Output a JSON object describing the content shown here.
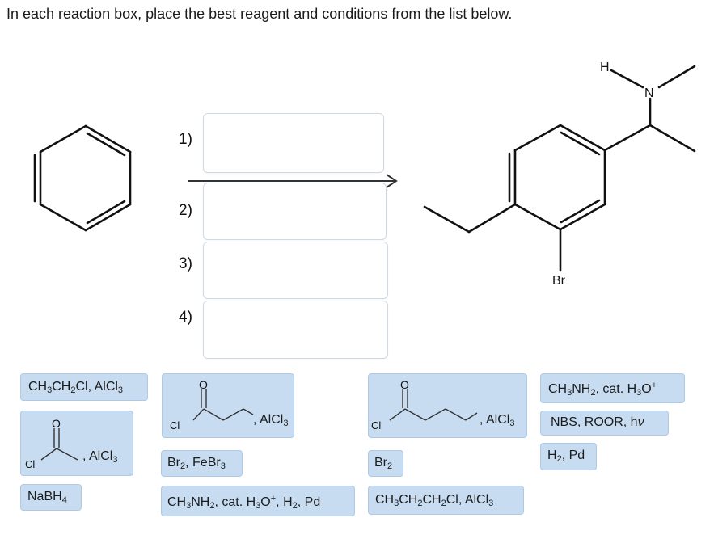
{
  "instruction": "In each reaction box, place the best reagent and conditions from the list below.",
  "steps": [
    {
      "label": "1)"
    },
    {
      "label": "2)"
    },
    {
      "label": "3)"
    },
    {
      "label": "4)"
    }
  ],
  "product_atoms": {
    "h": "H",
    "n": "N",
    "br": "Br"
  },
  "reagents": [
    {
      "id": "etcl",
      "pre": "CH",
      "s1": "3",
      "mid": "CH",
      "s2": "2",
      "post": "Cl, AlCl",
      "s3": "3"
    },
    {
      "id": "propanoyl",
      "cl": "Cl",
      "o": "O",
      "suffix": ", AlCl",
      "sub": "3"
    },
    {
      "id": "butanoyl",
      "cl": "Cl",
      "o": "O",
      "suffix": ", AlCl",
      "sub": "3"
    },
    {
      "id": "methylamine",
      "pre": "CH",
      "s1": "3",
      "mid": "NH",
      "s2": "2",
      "post": ", cat. H",
      "s3": "3",
      "o": "O",
      "sup": "+"
    },
    {
      "id": "acetyl",
      "cl": "Cl",
      "o": "O",
      "suffix": ", AlCl",
      "sub": "3"
    },
    {
      "id": "nbs",
      "text": "NBS, ROOR, h",
      "nu": "ν"
    },
    {
      "id": "brfebr",
      "a": "Br",
      "s1": "2",
      "b": ", FeBr",
      "s2": "3"
    },
    {
      "id": "br2",
      "a": "Br",
      "s1": "2"
    },
    {
      "id": "h2pd",
      "a": "H",
      "s1": "2",
      "b": ", Pd"
    },
    {
      "id": "nabh4",
      "a": "NaBH",
      "s1": "4"
    },
    {
      "id": "amine_h2",
      "pre": "CH",
      "s1": "3",
      "mid": "NH",
      "s2": "2",
      "post": ", cat. H",
      "s3": "3",
      "o": "O",
      "sup": "+",
      "tail": ", H",
      "s4": "2",
      "end": ", Pd"
    },
    {
      "id": "prcl",
      "pre": "CH",
      "s1": "3",
      "mid": "CH",
      "s2": "2",
      "mid2": "CH",
      "s3": "2",
      "post": "Cl, AlCl",
      "s4": "3"
    }
  ]
}
